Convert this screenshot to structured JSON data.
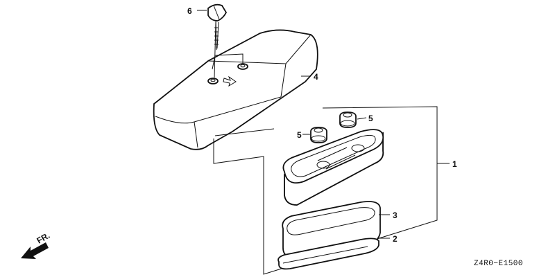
{
  "labels": {
    "part_1": "1",
    "part_2": "2",
    "part_3": "3",
    "part_4": "4",
    "part_5a": "5",
    "part_5b": "5",
    "part_6": "6"
  },
  "front_marker": "FR.",
  "diagram_code": "Z4R0−E1500"
}
